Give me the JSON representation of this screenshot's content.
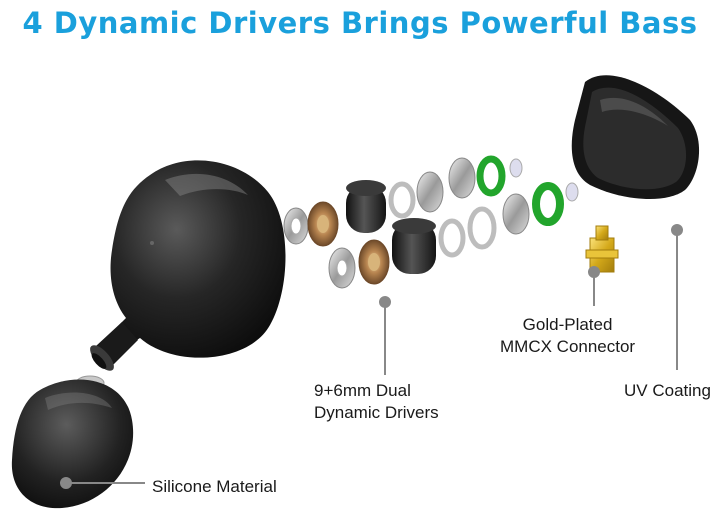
{
  "title": "4 Dynamic Drivers Brings Powerful Bass",
  "labels": {
    "drivers": [
      "9+6mm Dual",
      "Dynamic Drivers"
    ],
    "mmcx": [
      "Gold-Plated",
      "MMCX Connector"
    ],
    "uv": "UV Coating",
    "silicone": "Silicone Material"
  },
  "colors": {
    "title": "#1aa0dc",
    "shell": "#1e1e1e",
    "green_ring": "#22a52c",
    "gold": "#d9b21c",
    "pointer": "#888888"
  }
}
